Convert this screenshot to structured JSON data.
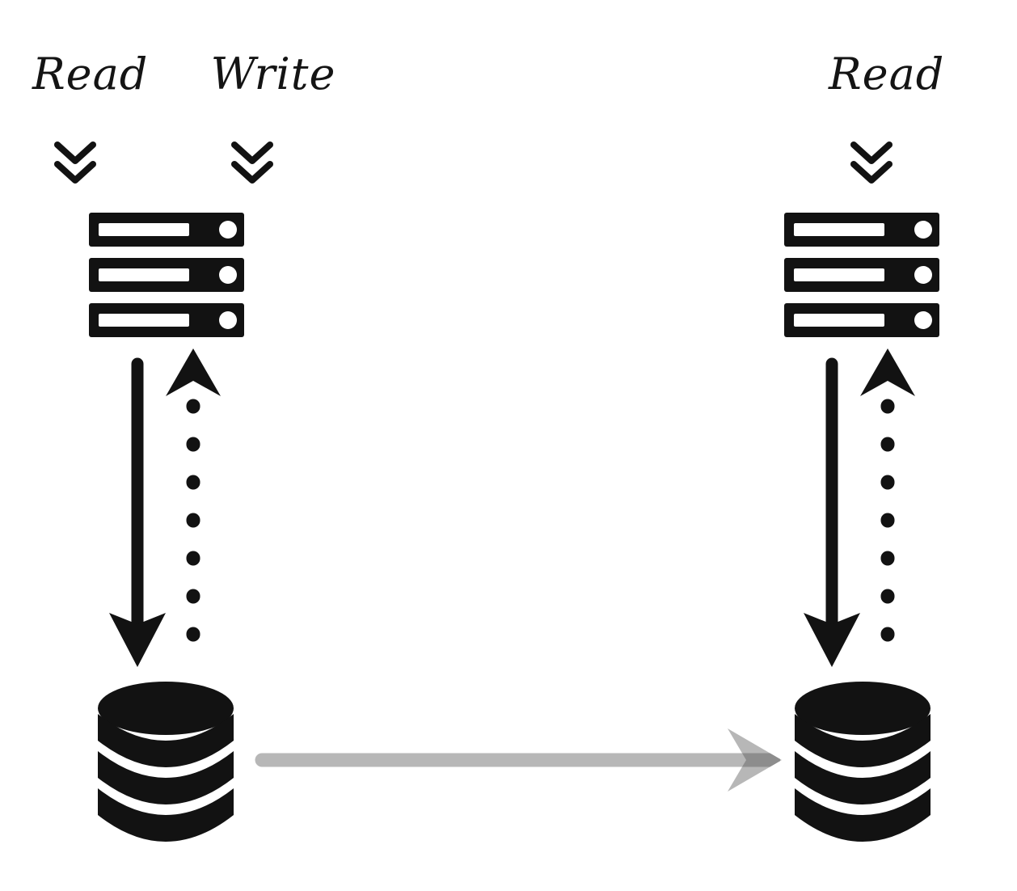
{
  "diagram": {
    "kind": "leader-follower database replication",
    "leader": {
      "read_label": "Read",
      "write_label": "Write",
      "request_icon": "double-chevron-down-icon",
      "server_icon": "server-stack-icon",
      "database_icon": "database-cylinder-icon",
      "query_flow": {
        "style": "solid",
        "direction": "down"
      },
      "response_flow": {
        "style": "dotted",
        "direction": "up"
      }
    },
    "follower": {
      "read_label": "Read",
      "request_icon": "double-chevron-down-icon",
      "server_icon": "server-stack-icon",
      "database_icon": "database-cylinder-icon",
      "query_flow": {
        "style": "solid",
        "direction": "down"
      },
      "response_flow": {
        "style": "dotted",
        "direction": "up"
      }
    },
    "replication_arrow": {
      "style": "solid",
      "direction": "left-to-right",
      "from": "leader-database",
      "to": "follower-database"
    }
  },
  "colors": {
    "ink": "#121212",
    "background": "#ffffff",
    "replication_gray": "#b7b7b7",
    "replication_overlap_gray": "#8d8d8d"
  }
}
